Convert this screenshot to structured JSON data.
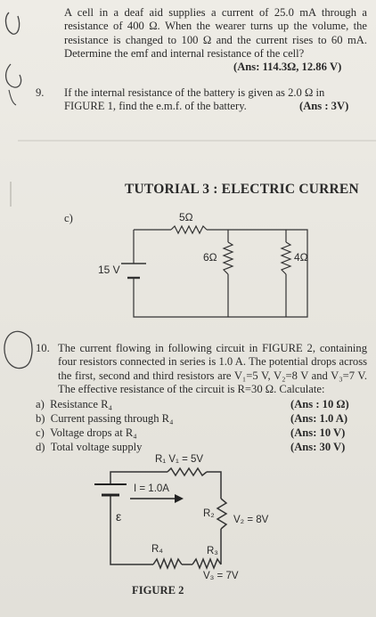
{
  "problem_a": {
    "text": "A cell in a deaf aid supplies a current of 25.0 mA through a resistance of 400 Ω. When the wearer turns up the volume, the resistance is changed to 100 Ω and the current rises to 60 mA. Determine the emf and internal resistance of the cell?",
    "answer": "(Ans: 114.3Ω, 12.86 V)"
  },
  "problem_9": {
    "number": "9.",
    "text": "If the internal resistance of the battery is given as 2.0 Ω in FIGURE 1, find the e.m.f. of the battery.",
    "answer": "(Ans : 3V)"
  },
  "tutorial_title": "TUTORIAL 3 : ELECTRIC CURREN",
  "circuit_c": {
    "label": "c)",
    "r_top": "5Ω",
    "r_mid": "6Ω",
    "r_right": "4Ω",
    "battery": "15 V"
  },
  "problem_10": {
    "number": "10.",
    "text": "The current flowing in following circuit in FIGURE 2, containing four resistors connected in series is 1.0 A. The potential drops across the first, second and third resistors are V₁=5 V, V₂=8 V and V₃=7 V. The effective resistance of the circuit is R=30 Ω. Calculate:",
    "items": [
      {
        "label": "a)",
        "text": "Resistance R₄",
        "answer": "(Ans : 10 Ω)"
      },
      {
        "label": "b)",
        "text": "Current passing through R₄",
        "answer": "(Ans: 1.0 A)"
      },
      {
        "label": "c)",
        "text": "Voltage drops at R₄",
        "answer": "(Ans: 10 V)"
      },
      {
        "label": "d)",
        "text": "Total voltage supply",
        "answer": "(Ans: 30 V)"
      }
    ]
  },
  "figure2": {
    "top_label": "R₁ V₁ = 5V",
    "current": "I = 1.0A",
    "emf": "ε",
    "r2": "R₂",
    "v2": "V₂ = 8V",
    "r4": "R₄",
    "r3": "R₃",
    "v3": "V₃ = 7V",
    "caption": "FIGURE 2"
  }
}
